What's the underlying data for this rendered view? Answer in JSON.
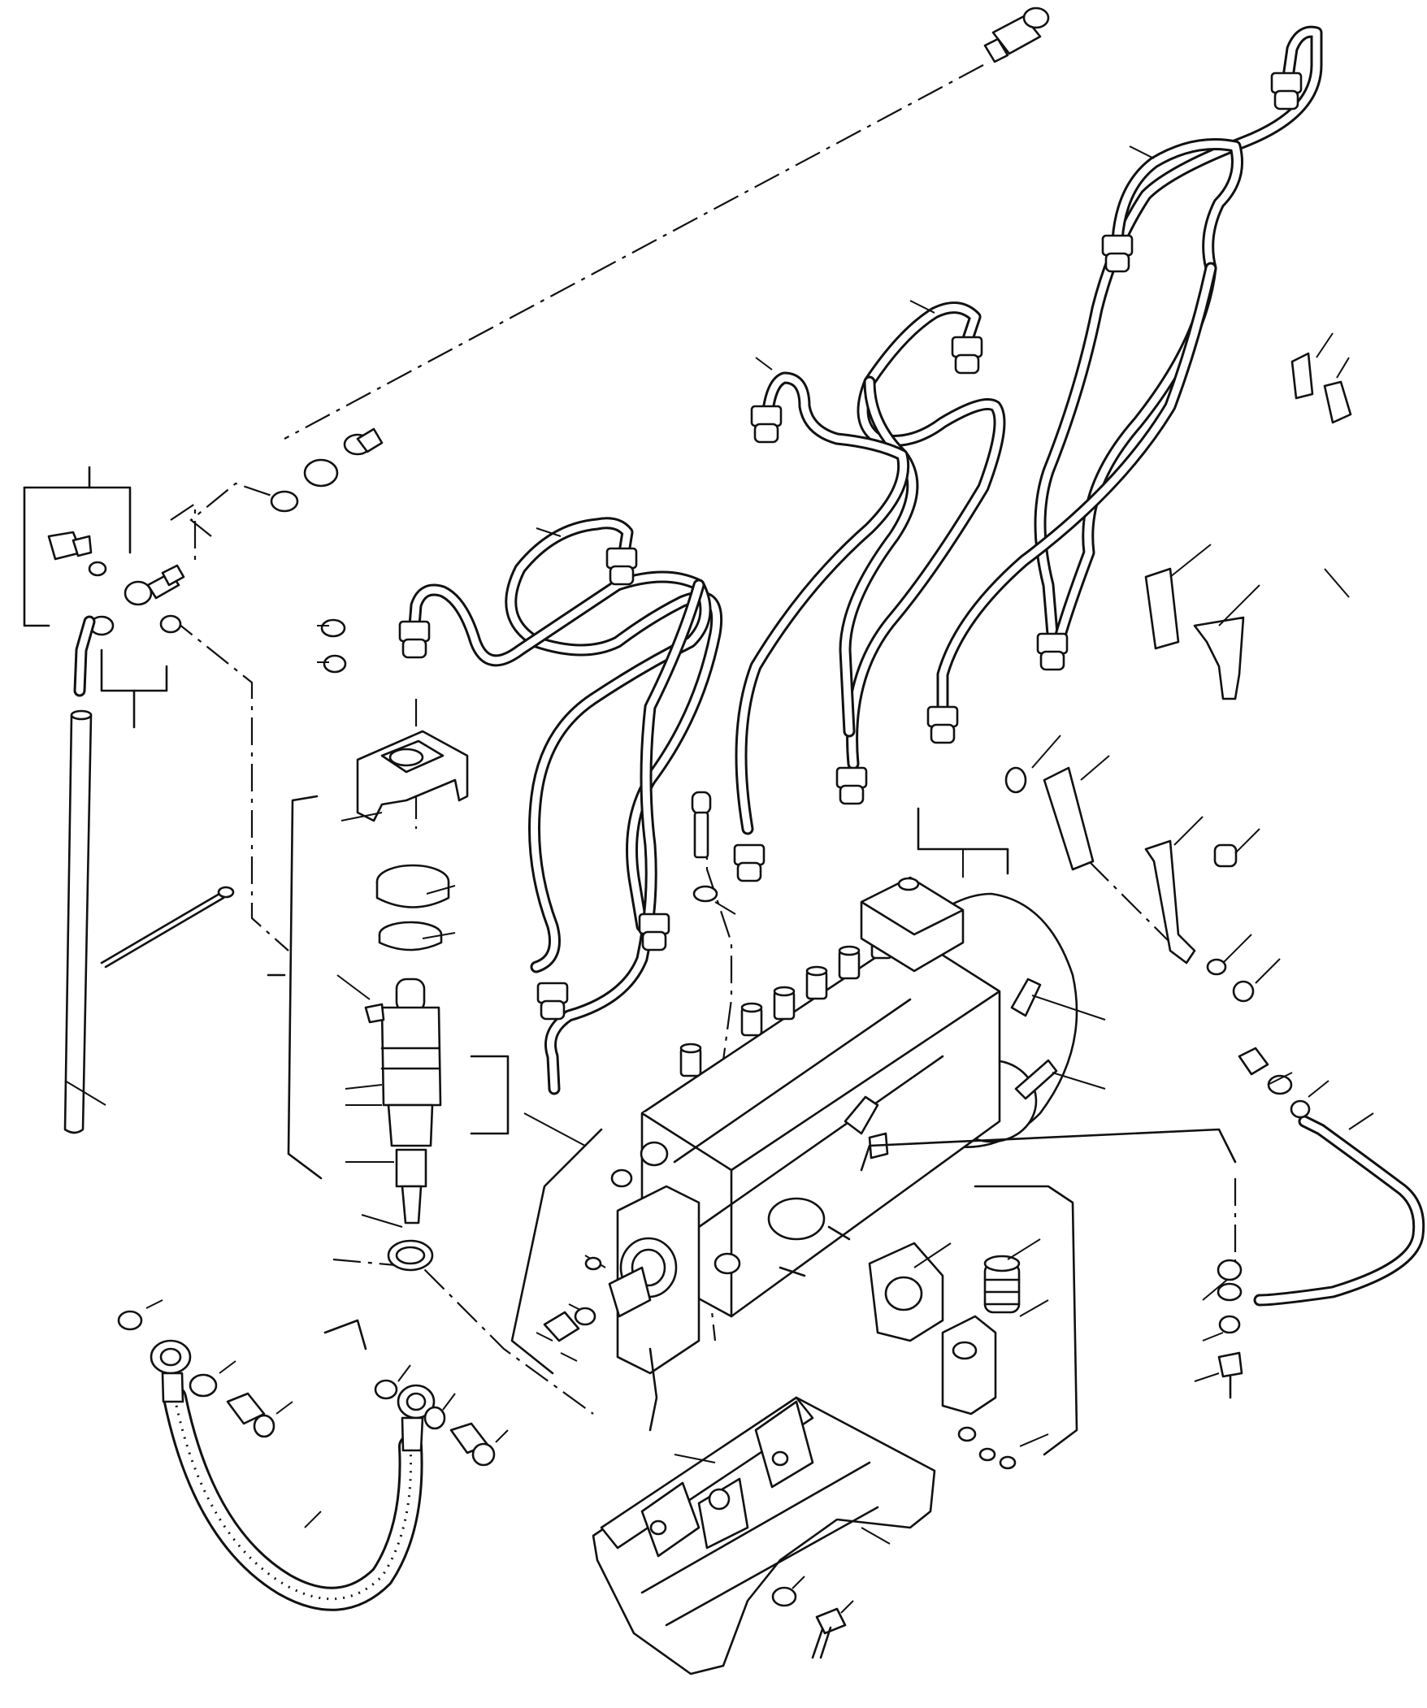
{
  "diagram": {
    "kind": "exploded-parts-view",
    "style": {
      "line_color": "#111111",
      "background": "#ffffff"
    },
    "parts": [
      {
        "id": "injection-pump"
      },
      {
        "id": "fuel-high-pressure-lines",
        "count": 6
      },
      {
        "id": "overflow-pipe-assembly"
      },
      {
        "id": "nozzle-holder-assembly"
      },
      {
        "id": "nozzle-holder-bracket"
      },
      {
        "id": "leak-off-pipe"
      },
      {
        "id": "pump-mounting-bracket"
      },
      {
        "id": "feed-pump"
      },
      {
        "id": "fuel-hose"
      },
      {
        "id": "fuel-return-pipe"
      },
      {
        "id": "line-clamps"
      },
      {
        "id": "bolts-washers-nuts"
      }
    ]
  }
}
